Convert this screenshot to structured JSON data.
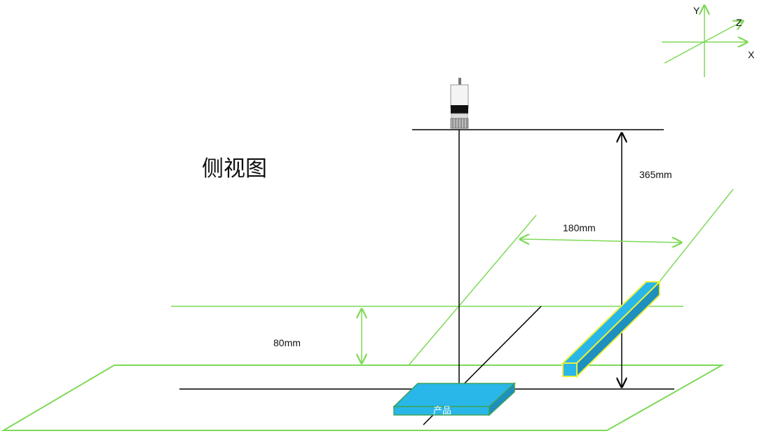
{
  "diagram": {
    "view_title": "侧视图",
    "dimensions": {
      "height": "365mm",
      "width": "180mm",
      "gap": "80mm"
    },
    "product_label": "产品",
    "axes": {
      "x": "X",
      "y": "Y",
      "z": "Z"
    },
    "colors": {
      "plane": "#7ed957",
      "part": "#29b6e8",
      "light_edge": "#e8f03c",
      "line": "#000000"
    },
    "icons": [
      "camera-icon"
    ]
  }
}
